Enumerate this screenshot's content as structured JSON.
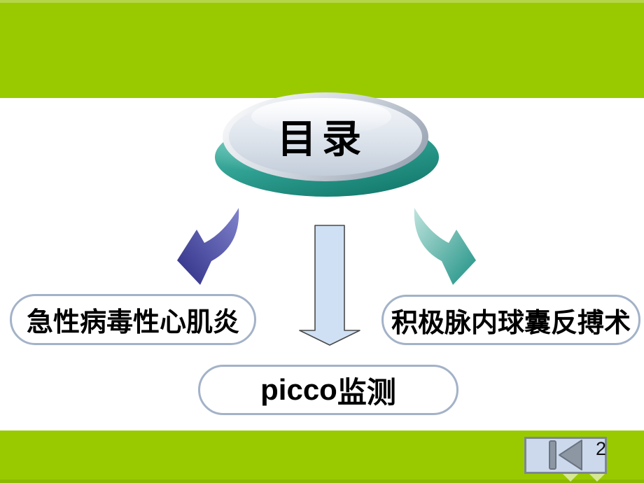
{
  "slide": {
    "toc_button": {
      "label": "目录"
    },
    "nodes": {
      "left": {
        "label": "急性病毒性心肌炎"
      },
      "right": {
        "label": "积极脉内球囊反搏术"
      },
      "bottom": {
        "label_en": "picco",
        "label_zh": "监测"
      }
    },
    "arrows": {
      "left": {
        "icon": "curved-arrow-down-left-icon",
        "color_light": "#8083cc",
        "color_dark": "#2e2e86"
      },
      "middle": {
        "icon": "down-arrow-icon",
        "fill": "#cfe0f4",
        "stroke": "#4a4a4a"
      },
      "right": {
        "icon": "curved-arrow-down-right-icon",
        "color_light": "#bfe4de",
        "color_dark": "#1d9184"
      }
    },
    "nav": {
      "page_number": "2",
      "back_icon": "skip-to-start-icon",
      "button_bg": "#ccd9ed",
      "icon_color": "#8d97a4"
    },
    "colors": {
      "band": "#99ca00",
      "band_top_strip": "#b6d64a",
      "band_bottom_strip": "#8bb900",
      "content_bg": "#ffffff",
      "node_border": "#a3b2c8",
      "oval_base_teal": "#2fa092",
      "oval_face": "#dfe5ed"
    }
  }
}
